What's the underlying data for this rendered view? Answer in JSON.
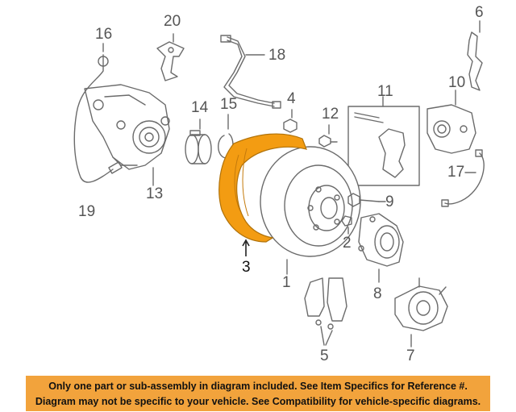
{
  "callouts": {
    "c1": "1",
    "c2": "2",
    "c3": "3",
    "c5": "5",
    "c6": "6",
    "c7": "7",
    "c8": "8",
    "c9": "9",
    "c10": "10",
    "c11": "11",
    "c12": "12",
    "c13": "13",
    "c14": "14",
    "c15": "15",
    "c16": "16",
    "c17": "17",
    "c18": "18",
    "c19": "19",
    "c20": "20",
    "c4": "4"
  },
  "highlight_color": "#f39c12",
  "banner": {
    "color": "#f2a33c",
    "line1": "Only one part or sub-assembly in diagram included. See Item Specifics for Reference #.",
    "line2": "Diagram may not be specific to your vehicle. See Compatibility for vehicle-specific diagrams."
  }
}
